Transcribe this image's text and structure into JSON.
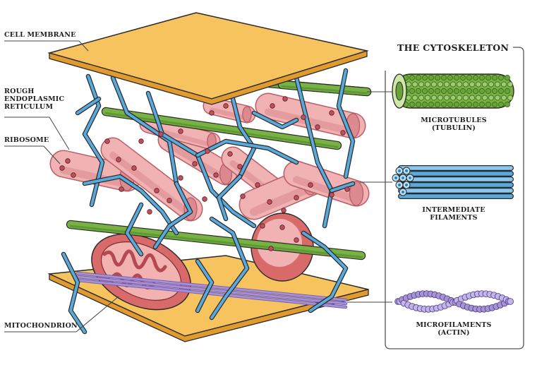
{
  "diagram": {
    "title": "THE CYTOSKELETON",
    "left_labels": [
      {
        "id": "cell-membrane",
        "lines": [
          "CELL MEMBRANE"
        ]
      },
      {
        "id": "rough-er",
        "lines": [
          "ROUGH",
          "ENDOPLASMIC",
          "RETICULUM"
        ]
      },
      {
        "id": "ribosome",
        "lines": [
          "RIBOSOME"
        ]
      },
      {
        "id": "mitochondrion",
        "lines": [
          "MITOCHONDRION"
        ]
      }
    ],
    "right_labels": [
      {
        "id": "microtubules",
        "lines": [
          "MICROTUBULES",
          "(TUBULIN)"
        ]
      },
      {
        "id": "intermediate-filaments",
        "lines": [
          "INTERMEDIATE",
          "FILAMENTS"
        ]
      },
      {
        "id": "microfilaments",
        "lines": [
          "MICROFILAMENTS",
          "(ACTIN)"
        ]
      }
    ],
    "colors": {
      "membrane": "#f7c35f",
      "membrane_edge": "#e09a2e",
      "er": "#f0b2b2",
      "er_edge": "#b85f66",
      "er_dark": "#dc8a8f",
      "ribosome": "#c0505c",
      "microtubule": "#78b144",
      "microtubule_dark": "#4e8a2a",
      "intermediate": "#5aa9dc",
      "intermediate_dark": "#2f7fbf",
      "actin": "#a792d6",
      "actin_dark": "#7461b3",
      "mito": "#d86a6a",
      "mito_inner": "#f2b3b0",
      "outline": "#2a2a2a"
    }
  }
}
